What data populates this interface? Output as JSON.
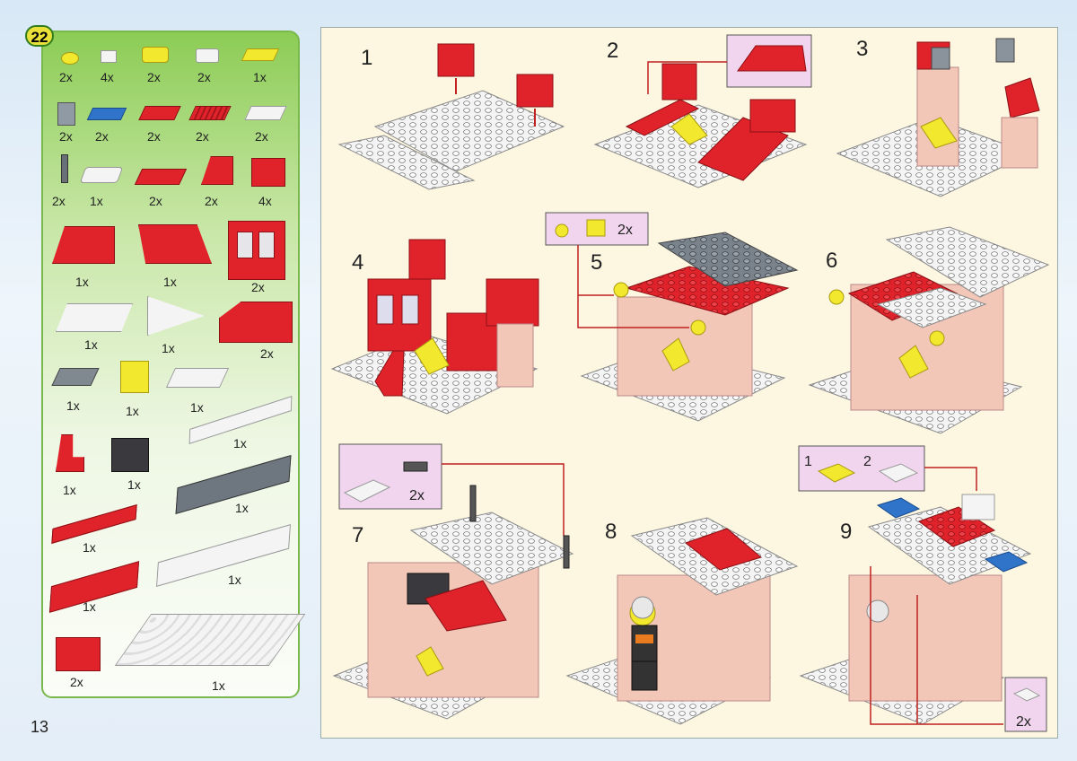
{
  "page": {
    "number": "13",
    "set_badge": "22"
  },
  "parts_list": [
    {
      "id": "round-plate-yellow",
      "qty": "2x"
    },
    {
      "id": "plate-1x1-white",
      "qty": "4x"
    },
    {
      "id": "clip-plate-yellow",
      "qty": "2x"
    },
    {
      "id": "clip-plate-white",
      "qty": "2x"
    },
    {
      "id": "tile-yellow",
      "qty": "1x"
    },
    {
      "id": "brick-1x1-grey",
      "qty": "2x"
    },
    {
      "id": "tile-blue",
      "qty": "2x"
    },
    {
      "id": "plate-red",
      "qty": "2x"
    },
    {
      "id": "grille-red",
      "qty": "2x"
    },
    {
      "id": "plate-white",
      "qty": "2x"
    },
    {
      "id": "antenna-grey",
      "qty": "2x"
    },
    {
      "id": "plate-white-handle",
      "qty": "1x"
    },
    {
      "id": "corner-plate-red",
      "qty": "2x"
    },
    {
      "id": "slope-red",
      "qty": "2x"
    },
    {
      "id": "brick-red-2x2",
      "qty": "4x"
    },
    {
      "id": "wedge-red-left",
      "qty": "1x"
    },
    {
      "id": "wedge-red-right",
      "qty": "1x"
    },
    {
      "id": "window-red",
      "qty": "2x"
    },
    {
      "id": "wedge-plate-white-left",
      "qty": "1x"
    },
    {
      "id": "wedge-plate-white-right",
      "qty": "1x"
    },
    {
      "id": "slope-red-large",
      "qty": "2x"
    },
    {
      "id": "plate-grey-2x2",
      "qty": "1x"
    },
    {
      "id": "frame-yellow",
      "qty": "1x"
    },
    {
      "id": "plate-white-2x4",
      "qty": "1x"
    },
    {
      "id": "plate-white-1x8",
      "qty": "1x"
    },
    {
      "id": "chair-red",
      "qty": "1x"
    },
    {
      "id": "brick-black",
      "qty": "1x"
    },
    {
      "id": "plate-grey-2x8",
      "qty": "1x"
    },
    {
      "id": "plate-red-1x6",
      "qty": "1x"
    },
    {
      "id": "plate-white-2x8",
      "qty": "1x"
    },
    {
      "id": "plate-red-2x6",
      "qty": "1x"
    },
    {
      "id": "plate-white-6x8",
      "qty": "1x"
    },
    {
      "id": "brick-red-corner",
      "qty": "2x"
    }
  ],
  "steps": [
    {
      "n": "1"
    },
    {
      "n": "2"
    },
    {
      "n": "3"
    },
    {
      "n": "4"
    },
    {
      "n": "5"
    },
    {
      "n": "6"
    },
    {
      "n": "7"
    },
    {
      "n": "8"
    },
    {
      "n": "9"
    }
  ],
  "callouts": {
    "step5_qty": "2x",
    "step7_qty": "2x",
    "step9_label1": "1",
    "step9_label2": "2",
    "step9_bottom_qty": "2x"
  },
  "colors": {
    "red": "#e0232a",
    "white": "#f4f4f4",
    "grey": "#808890",
    "yellow": "#f2e82e",
    "blue": "#2f74c8",
    "tan": "#f2c7b8",
    "panel_green": "#8ccc55",
    "callout": "#f1d5ee"
  }
}
